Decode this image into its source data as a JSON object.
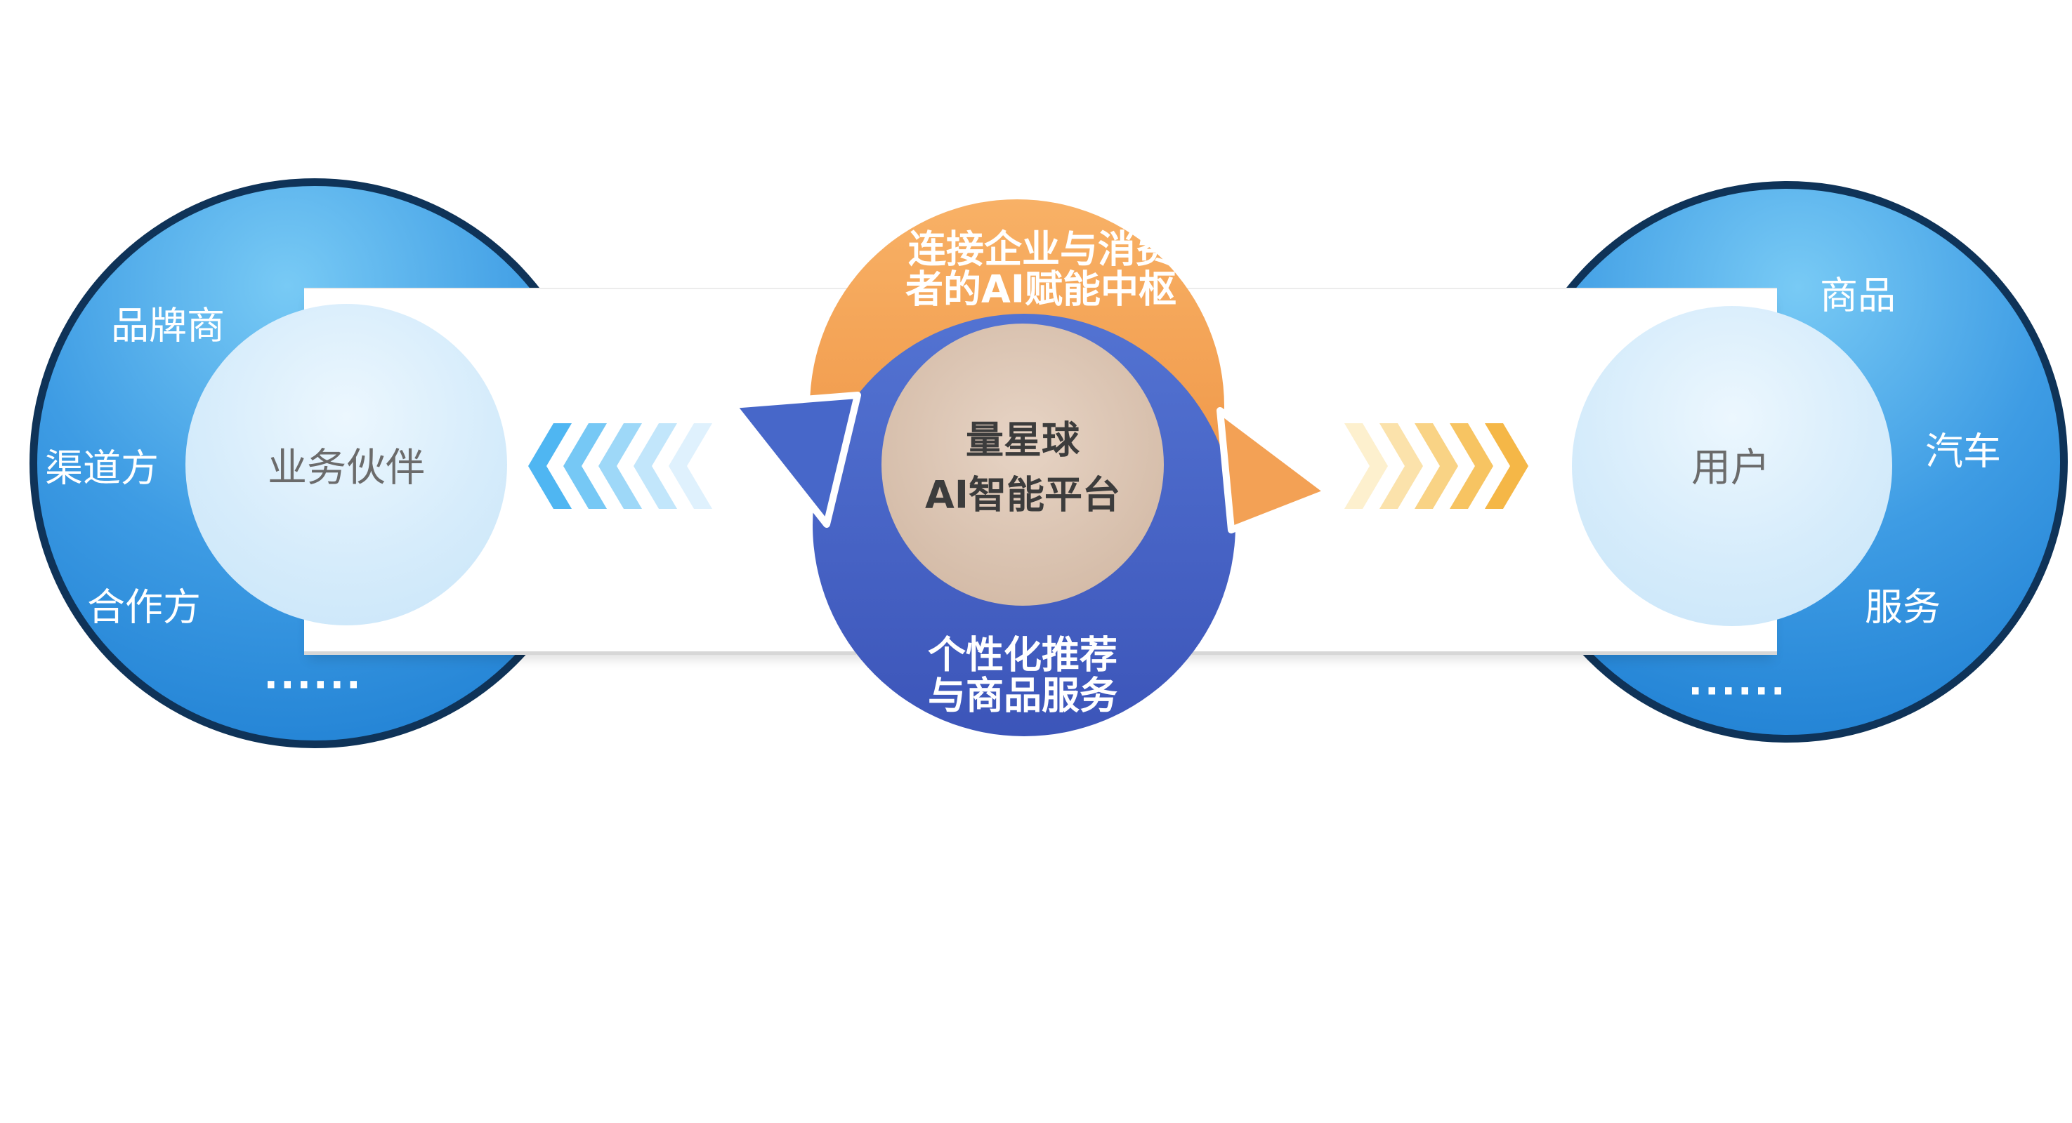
{
  "page": {
    "background": "#FFFFFF"
  },
  "left_group": {
    "inner_label": "业务伙伴",
    "items": [
      "品牌商",
      "渠道方",
      "合作方"
    ],
    "ellipsis": "......"
  },
  "right_group": {
    "inner_label": "用户",
    "items": [
      "商品",
      "汽车",
      "服务"
    ],
    "ellipsis": "......"
  },
  "center": {
    "top_caption": {
      "line1": "连接企业与消费",
      "line2": "者的AI赋能中枢"
    },
    "core": {
      "line1": "量星球",
      "line2": "AI智能平台"
    },
    "bottom_caption": {
      "line1": "个性化推荐",
      "line2": "与商品服务"
    }
  },
  "arrows": {
    "left": {
      "direction": "left",
      "colors": [
        "#4FB6F2",
        "#76C8F5",
        "#9ED8F8",
        "#C2E6FB",
        "#DFF1FD"
      ]
    },
    "right": {
      "direction": "right",
      "colors": [
        "#FDF0CE",
        "#FBE2AB",
        "#F9D385",
        "#F7C462",
        "#F5B747"
      ]
    }
  },
  "colors": {
    "outer_circle_border": "#0F3358",
    "outer_circle_fill_top": "#78CAF5",
    "outer_circle_fill_bottom": "#1A7BD0",
    "inner_circle_fill": "#D4EBFB",
    "band_fill": "#FFFFFF",
    "orange_light": "#F8B166",
    "orange_dark": "#EC8C3B",
    "arrow_orange": "#F3A155",
    "blue_light": "#5373D2",
    "blue_dark": "#3C55B9",
    "arrow_blue": "#4767C9",
    "core_light": "#E7D4C5",
    "core_dark": "#D3BAA6"
  }
}
